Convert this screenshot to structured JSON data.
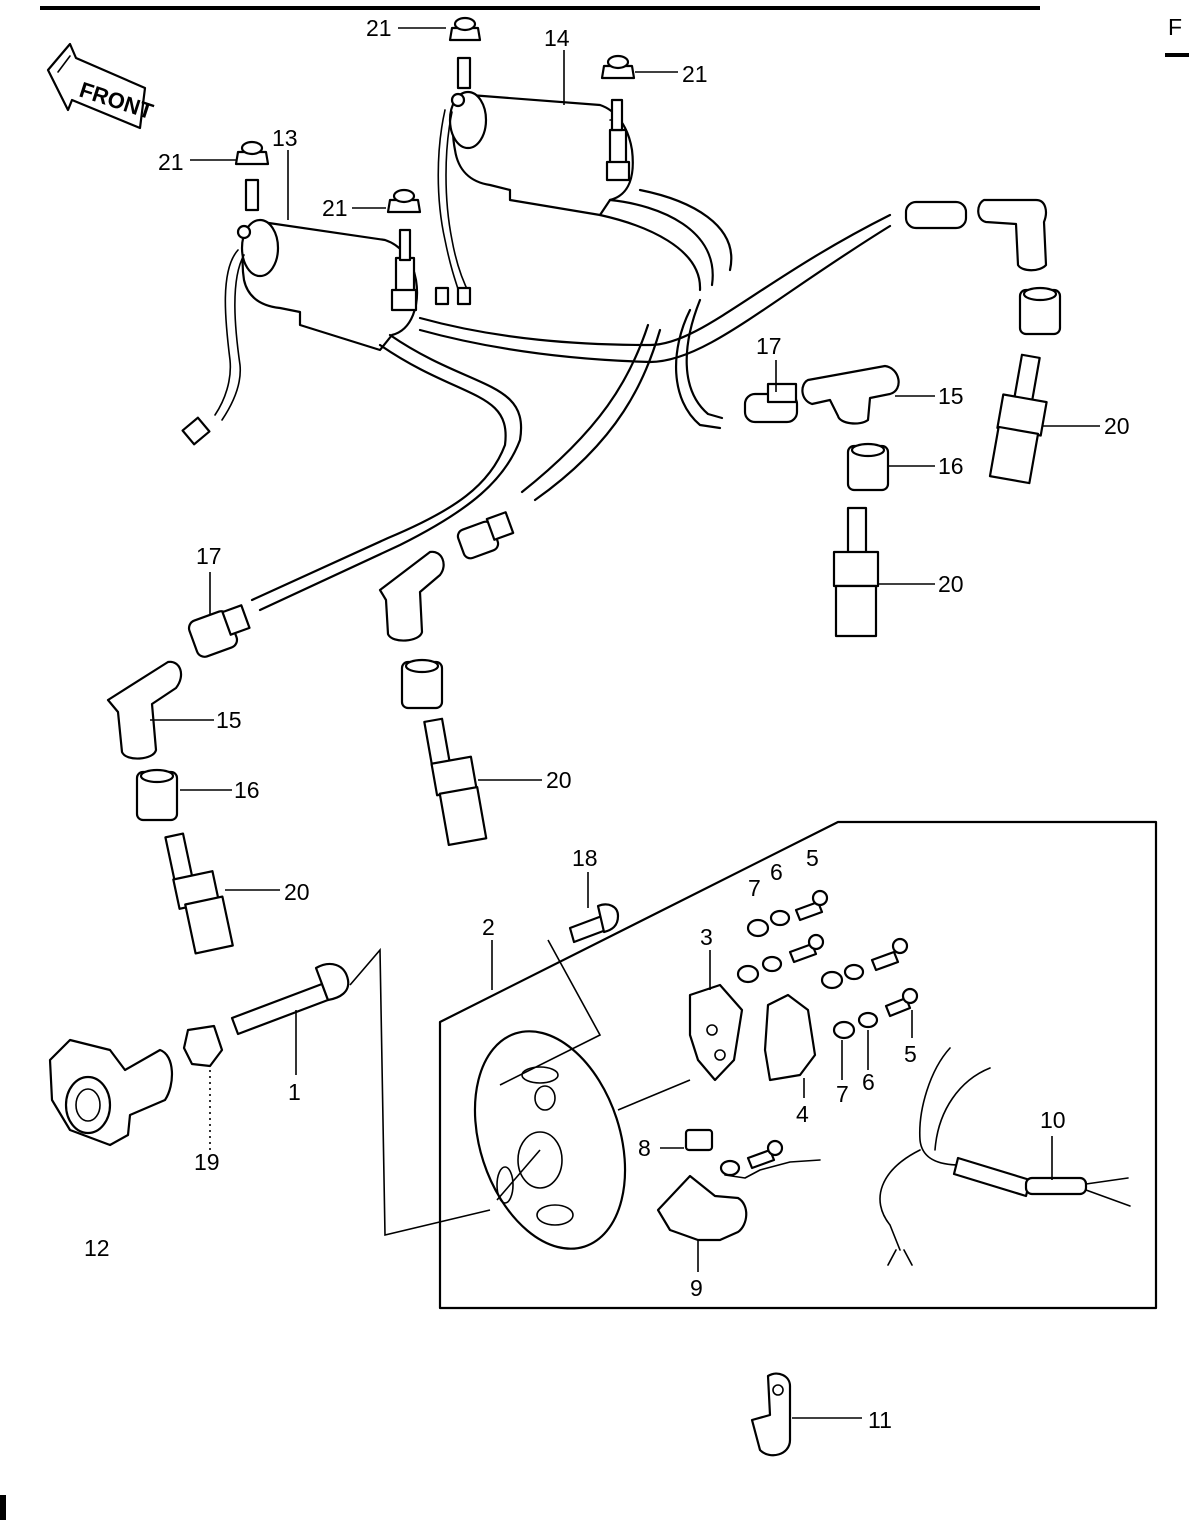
{
  "header_fragment": "F",
  "front_label": "FRONT",
  "callouts": {
    "c1": "1",
    "c2": "2",
    "c3": "3",
    "c4": "4",
    "c5a": "5",
    "c5b": "5",
    "c6a": "6",
    "c6b": "6",
    "c7a": "7",
    "c7b": "7",
    "c8": "8",
    "c9": "9",
    "c10": "10",
    "c11": "11",
    "c12": "12",
    "c13": "13",
    "c14": "14",
    "c15a": "15",
    "c15b": "15",
    "c16a": "16",
    "c16b": "16",
    "c17a": "17",
    "c17b": "17",
    "c18": "18",
    "c19": "19",
    "c20a": "20",
    "c20b": "20",
    "c20c": "20",
    "c20d": "20",
    "c21a": "21",
    "c21b": "21",
    "c21c": "21",
    "c21d": "21"
  }
}
